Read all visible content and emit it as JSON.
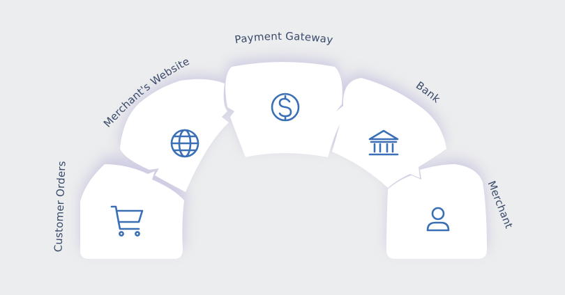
{
  "diagram": {
    "colors": {
      "background": "#ecedee",
      "card": "#ffffff",
      "accent": "#3a6fb5",
      "label": "#3a4a6b",
      "glow": "#b7b2d9"
    },
    "steps": [
      {
        "label": "Customer Orders",
        "icon": "shopping-cart-icon"
      },
      {
        "label": "Merchant's Website",
        "icon": "globe-icon"
      },
      {
        "label": "Payment Gateway",
        "icon": "dollar-circle-icon"
      },
      {
        "label": "Bank",
        "icon": "bank-icon"
      },
      {
        "label": "Merchant",
        "icon": "user-icon"
      }
    ]
  }
}
